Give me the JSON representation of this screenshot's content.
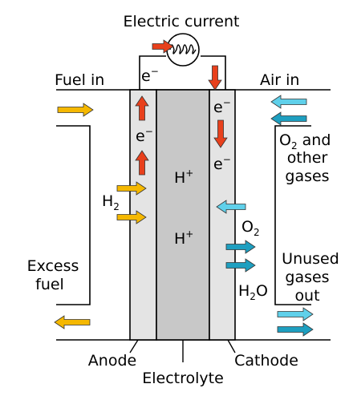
{
  "diagram": {
    "title": "Electric current",
    "labels": {
      "fuel_in": "Fuel in",
      "air_in": "Air in",
      "excess_fuel_line1": "Excess",
      "excess_fuel_line2": "fuel",
      "o2_other_line1_sym": "O",
      "o2_other_line1_sub": "2",
      "o2_other_line1_rest": " and",
      "o2_other_line2": "other",
      "o2_other_line3": "gases",
      "unused_line1": "Unused",
      "unused_line2": "gases",
      "unused_line3": "out",
      "anode": "Anode",
      "electrolyte": "Electrolyte",
      "cathode": "Cathode"
    },
    "species": {
      "electron_base": "e",
      "electron_sup": "−",
      "proton_base": "H",
      "proton_sup": "+",
      "h2_base": "H",
      "h2_sub": "2",
      "o2_base": "O",
      "o2_sub": "2",
      "h2o_base": "H",
      "h2o_sub": "2",
      "h2o_tail": "O"
    },
    "colors": {
      "electron_arrow": "#e8401c",
      "fuel_arrow": "#f5b800",
      "air_arrow": "#5fd0ea",
      "water_arrow": "#1e9fc0",
      "anode_fill": "#e4e4e4",
      "electrolyte_fill": "#c8c8c8",
      "cathode_fill": "#e4e4e4",
      "line": "#000000"
    },
    "icons": {
      "load": "resistor-coil-icon"
    }
  }
}
